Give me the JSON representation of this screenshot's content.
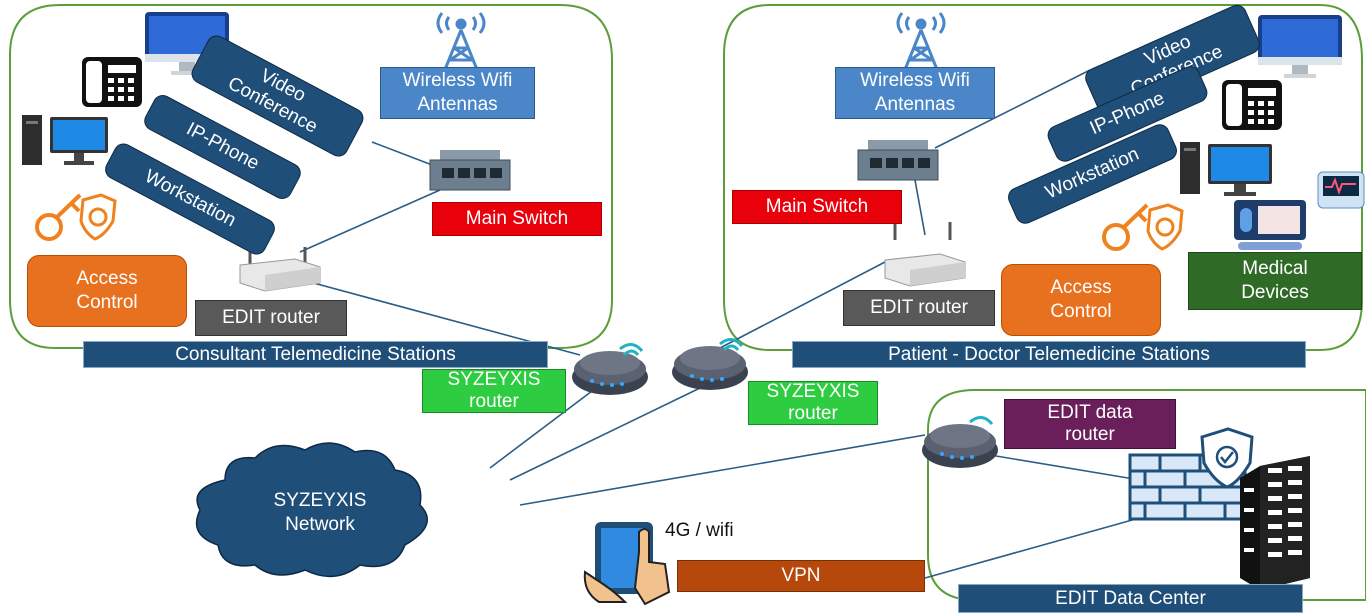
{
  "consultant": {
    "title": "Consultant Telemedicine Stations",
    "wifi": "Wireless Wifi\nAntennas",
    "main_switch": "Main Switch",
    "video": "Video\nConference",
    "ipphone": "IP-Phone",
    "workstation": "Workstation",
    "access_control": "Access\nControl",
    "router": "EDIT router"
  },
  "patient": {
    "title": "Patient - Doctor Telemedicine Stations",
    "wifi": "Wireless Wifi\nAntennas",
    "main_switch": "Main Switch",
    "video": "Video\nConference",
    "ipphone": "IP-Phone",
    "workstation": "Workstation",
    "access_control": "Access\nControl",
    "medical_devices": "Medical\nDevices",
    "router": "EDIT router"
  },
  "syzeyxis_router_left": "SYZEYXIS\nrouter",
  "syzeyxis_router_right": "SYZEYXIS\nrouter",
  "network": "SYZEYXIS\nNetwork",
  "mobile_label": "4G / wifi",
  "vpn": "VPN",
  "datacenter": {
    "title": "EDIT Data Center",
    "router": "EDIT data\nrouter"
  },
  "colors": {
    "navy": "#1f4e79",
    "sky": "#4a86c8",
    "red": "#e8000b",
    "orange": "#e8711f",
    "green_bright": "#2ecc40",
    "dark_green": "#2f6b27",
    "gray": "#595959",
    "purple": "#6b1f5a",
    "brown": "#b5480a",
    "frame": "#5b9e3a"
  }
}
